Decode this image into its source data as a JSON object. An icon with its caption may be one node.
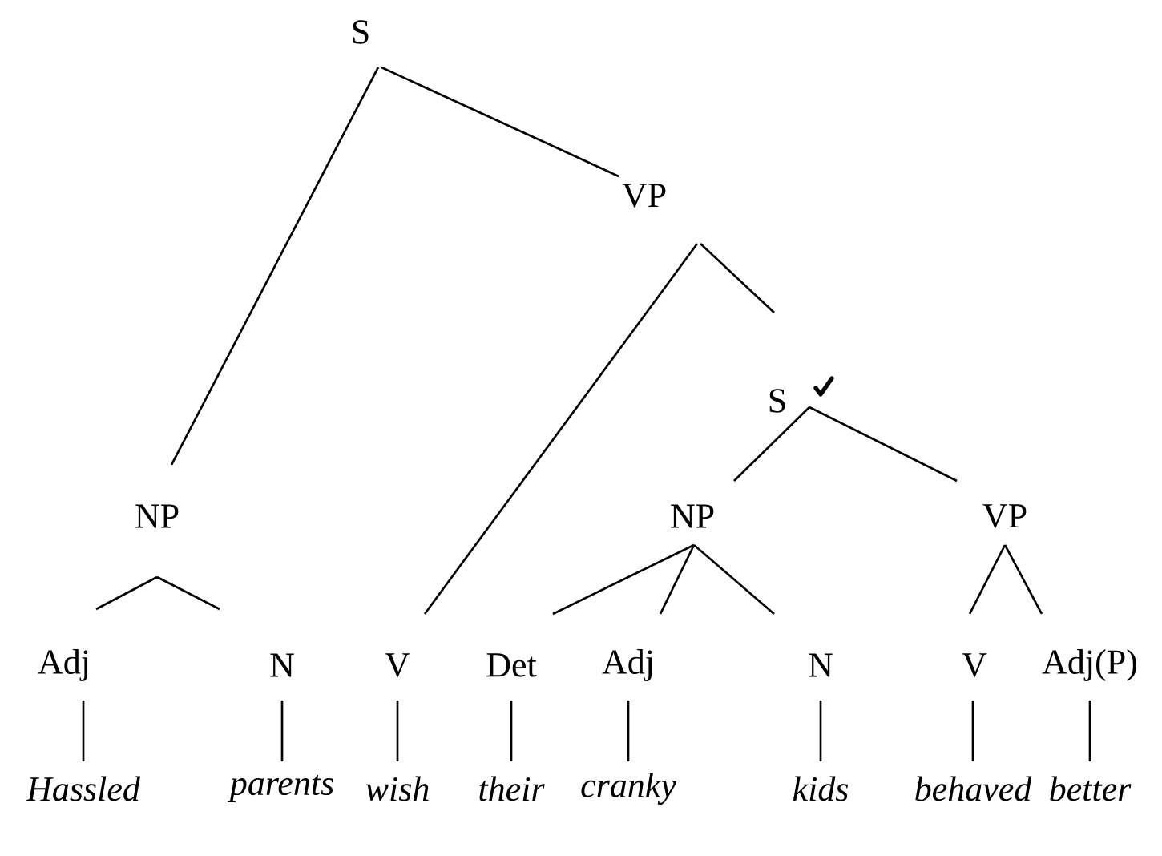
{
  "diagram": {
    "nodes": [
      {
        "text": [
          "S"
        ]
      },
      {
        "text": [
          "VP"
        ]
      },
      {
        "text": [
          "NP"
        ]
      },
      {
        "text": [
          "S"
        ]
      },
      {
        "text": [
          "NP"
        ]
      },
      {
        "text": [
          "VP"
        ]
      },
      {
        "text": [
          "Adj"
        ]
      },
      {
        "text": [
          "N"
        ]
      },
      {
        "text": [
          "V"
        ]
      },
      {
        "text": [
          "Det"
        ]
      },
      {
        "text": [
          "Adj"
        ]
      },
      {
        "text": [
          "N"
        ]
      },
      {
        "text": [
          "V"
        ]
      },
      {
        "text": [
          "Adj(P)"
        ]
      },
      {
        "text": [
          "Hassled"
        ]
      },
      {
        "text": [
          "parents"
        ]
      },
      {
        "text": [
          "wish"
        ]
      },
      {
        "text": [
          "their"
        ]
      },
      {
        "text": [
          "cranky"
        ]
      },
      {
        "text": [
          "kids"
        ]
      },
      {
        "text": [
          "behaved"
        ]
      },
      {
        "text": [
          "better"
        ]
      }
    ],
    "edges": [
      {
        "from": 0,
        "to": 1,
        "arrow": "none"
      },
      {
        "from": 0,
        "to": 2,
        "arrow": "none"
      },
      {
        "from": 1,
        "to": 3,
        "arrow": "none"
      },
      {
        "from": 1,
        "to": 8,
        "arrow": "none"
      },
      {
        "from": 3,
        "to": 4,
        "arrow": "none"
      },
      {
        "from": 3,
        "to": 5,
        "arrow": "none"
      },
      {
        "from": 2,
        "to": 6,
        "arrow": "none"
      },
      {
        "from": 2,
        "to": 7,
        "arrow": "none"
      },
      {
        "from": 4,
        "to": 9,
        "arrow": "none"
      },
      {
        "from": 4,
        "to": 10,
        "arrow": "none"
      },
      {
        "from": 4,
        "to": 11,
        "arrow": "none"
      },
      {
        "from": 5,
        "to": 12,
        "arrow": "none"
      },
      {
        "from": 5,
        "to": 13,
        "arrow": "none"
      },
      {
        "from": 6,
        "to": 14,
        "arrow": "none"
      },
      {
        "from": 7,
        "to": 15,
        "arrow": "none"
      },
      {
        "from": 8,
        "to": 16,
        "arrow": "none"
      },
      {
        "from": 9,
        "to": 17,
        "arrow": "none"
      },
      {
        "from": 10,
        "to": 18,
        "arrow": "none"
      },
      {
        "from": 11,
        "to": 19,
        "arrow": "none"
      },
      {
        "from": 12,
        "to": 20,
        "arrow": "none"
      },
      {
        "from": 13,
        "to": 21,
        "arrow": "none"
      }
    ]
  }
}
